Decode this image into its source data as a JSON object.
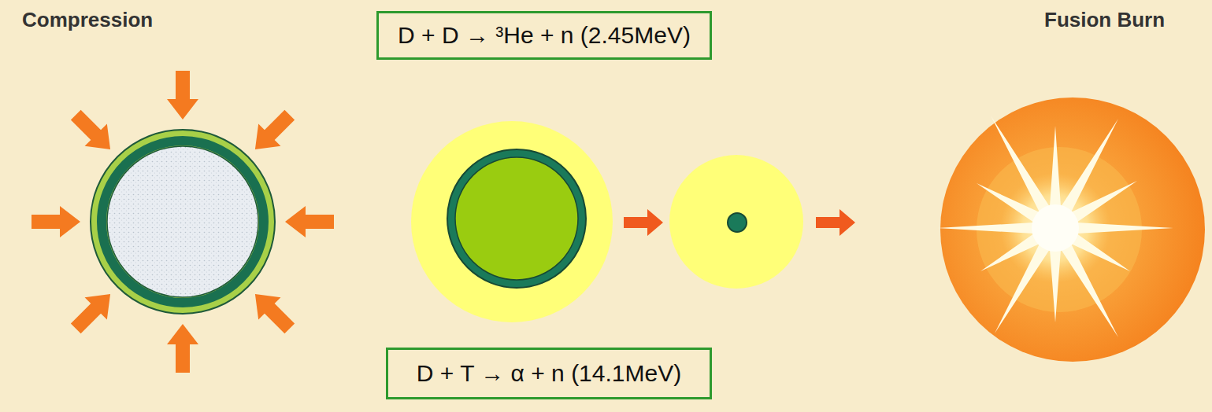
{
  "diagram": {
    "nodes": [
      {
        "text": [
          "D + D → ³He + n (2.45MeV)"
        ]
      },
      {
        "text": [
          "D + T → α + n (14.1MeV)"
        ]
      }
    ],
    "labels": [
      "Compression",
      "Fusion Burn"
    ]
  }
}
